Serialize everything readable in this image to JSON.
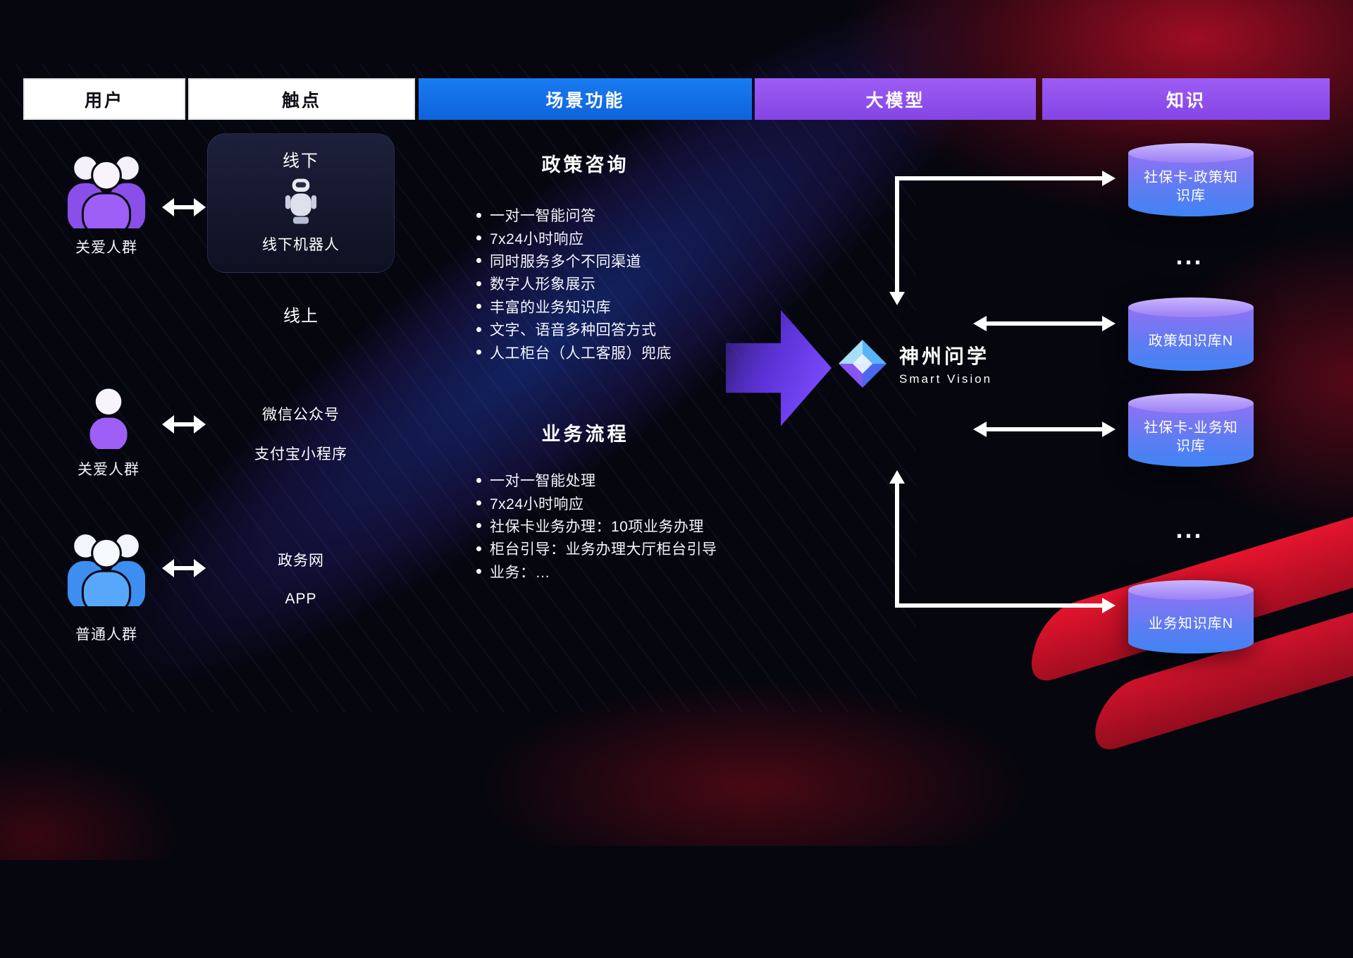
{
  "header": {
    "columns": [
      {
        "label": "用户"
      },
      {
        "label": "触点"
      },
      {
        "label": "场景功能"
      },
      {
        "label": "大模型"
      },
      {
        "label": "知识"
      }
    ]
  },
  "users": {
    "rows": [
      {
        "label": "关爱人群",
        "icon": "group-people-purple"
      },
      {
        "label": "关爱人群",
        "icon": "single-person-purple"
      },
      {
        "label": "普通人群",
        "icon": "group-people-blue"
      }
    ]
  },
  "touchpoints": {
    "offline_title": "线下",
    "offline_robot_caption": "线下机器人",
    "online_title": "线上",
    "channels": [
      "微信公众号",
      "支付宝小程序",
      "政务网",
      "APP"
    ]
  },
  "scenarios": {
    "policy": {
      "title": "政策咨询",
      "items": [
        "一对一智能问答",
        "7x24小时响应",
        "同时服务多个不同渠道",
        "数字人形象展示",
        "丰富的业务知识库",
        "文字、语音多种回答方式",
        "人工柜台（人工客服）兜底"
      ]
    },
    "business": {
      "title": "业务流程",
      "items": [
        "一对一智能处理",
        "7x24小时响应",
        "社保卡业务办理：10项业务办理",
        "柜台引导：业务办理大厅柜台引导",
        "业务：…"
      ]
    }
  },
  "model": {
    "brand": "神州问学",
    "subtitle": "Smart Vision"
  },
  "knowledge": {
    "databases": [
      {
        "label": "社保卡-政策知识库"
      },
      {
        "label": "政策知识库N"
      },
      {
        "label": "社保卡-业务知识库"
      },
      {
        "label": "业务知识库N"
      }
    ],
    "ellipsis": "..."
  },
  "colors": {
    "header_blue": "#1173ec",
    "header_purple": "#9355f0",
    "user_purple": "#9d5ff5",
    "user_blue": "#55a6fa",
    "db_gradient_top": "#9b7ef6",
    "db_gradient_bottom": "#3f84f4",
    "accent_red": "#d21228",
    "big_arrow_purple": "#7b4bf0",
    "arrow_white": "#ffffff"
  }
}
